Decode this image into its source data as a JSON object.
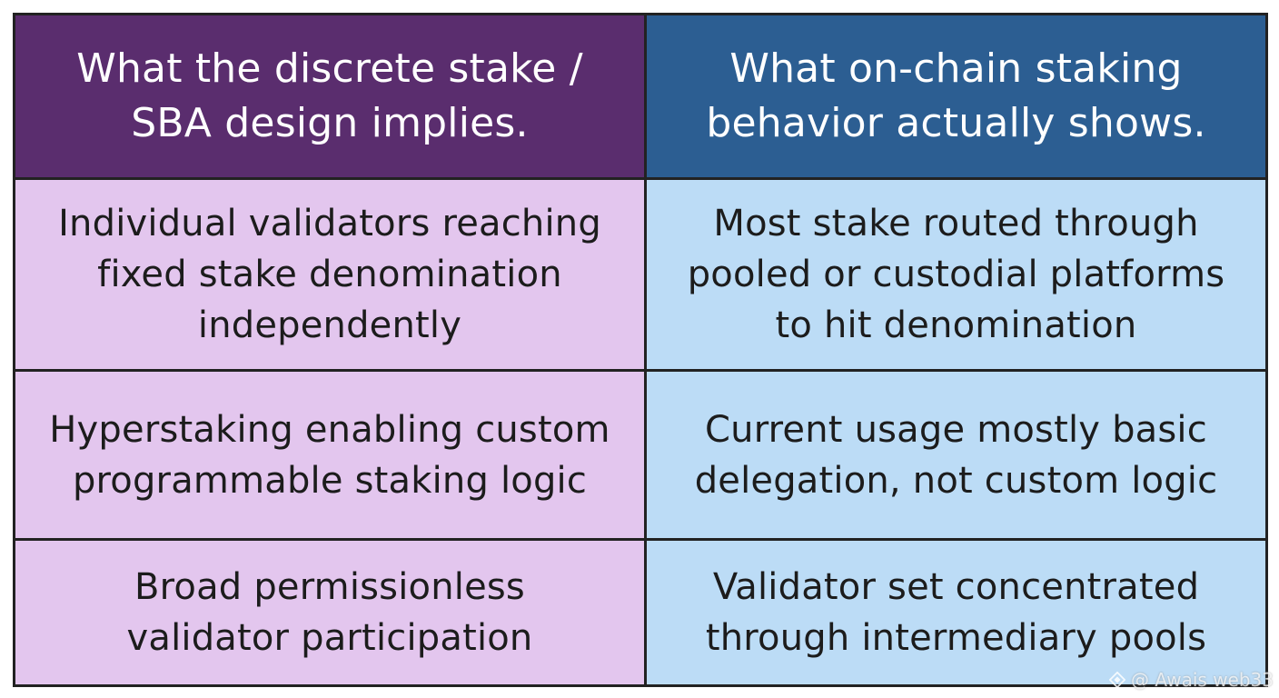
{
  "table": {
    "headers": [
      "What the discrete stake /\nSBA design implies.",
      "What on-chain staking\nbehavior actually shows."
    ],
    "rows": [
      {
        "left": "Individual validators reaching\nfixed stake denomination\nindependently",
        "right": "Most stake routed through\npooled or custodial platforms\nto hit denomination"
      },
      {
        "left": "Hyperstaking enabling custom\nprogrammable staking logic",
        "right": "Current usage mostly basic\ndelegation, not custom logic"
      },
      {
        "left": "Broad permissionless\nvalidator participation",
        "right": "Validator set concentrated\nthrough intermediary pools"
      }
    ]
  },
  "watermark": {
    "text": "@ Awais web33",
    "icon": "diamond-logo-icon"
  },
  "colors": {
    "header_left": "#5a2d6e",
    "header_right": "#2c5e92",
    "cell_left": "#e3c6ee",
    "cell_right": "#bcdcf6",
    "border": "#222222"
  }
}
